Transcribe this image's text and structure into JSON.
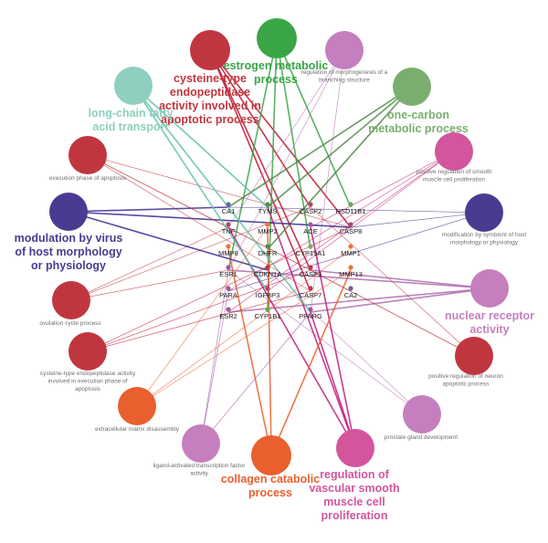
{
  "terms": [
    {
      "id": "t_cys_apop",
      "label": [
        "cysteine-type",
        "endopeptidase",
        "activity involved in",
        "apoptotic process"
      ],
      "color": "#c0363f",
      "big": true
    },
    {
      "id": "t_estrogen",
      "label": [
        "estrogen metabolic",
        "process"
      ],
      "color": "#3aa546",
      "big": true
    },
    {
      "id": "t_morph",
      "label": [
        "regulation of morphogenesis of a",
        "branching structure"
      ],
      "color": "#c57fbe",
      "big": false
    },
    {
      "id": "t_onecarbon",
      "label": [
        "one-carbon",
        "metabolic process"
      ],
      "color": "#7aae6e",
      "big": true
    },
    {
      "id": "t_pos_smooth",
      "label": [
        "positive regulation of smooth",
        "muscle cell proliferation"
      ],
      "color": "#d3559c",
      "big": false
    },
    {
      "id": "t_mod_sym",
      "label": [
        "modification by symbiont of host",
        "morphology or physiology"
      ],
      "color": "#4b3a91",
      "big": false
    },
    {
      "id": "t_nuclear",
      "label": [
        "nuclear receptor",
        "activity"
      ],
      "color": "#c57fbe",
      "big": true
    },
    {
      "id": "t_neuron",
      "label": [
        "positive regulation of neuron",
        "apoptotic process"
      ],
      "color": "#c0363f",
      "big": false
    },
    {
      "id": "t_prostate",
      "label": [
        "prostate gland development"
      ],
      "color": "#c57fbe",
      "big": false
    },
    {
      "id": "t_reg_smooth",
      "label": [
        "regulation of",
        "vascular smooth",
        "muscle cell",
        "proliferation"
      ],
      "color": "#d3559c",
      "big": true
    },
    {
      "id": "t_collagen",
      "label": [
        "collagen catabolic",
        "process"
      ],
      "color": "#e95f2e",
      "big": true
    },
    {
      "id": "t_ligand",
      "label": [
        "ligand-activated transcription factor",
        "activity"
      ],
      "color": "#c57fbe",
      "big": false
    },
    {
      "id": "t_ecm",
      "label": [
        "extracellular matrix disassembly"
      ],
      "color": "#e95f2e",
      "big": false
    },
    {
      "id": "t_cys_exec",
      "label": [
        "cysteine-type endopeptidase activity",
        "involved in execution phase of",
        "apoptosis"
      ],
      "color": "#c0363f",
      "big": false
    },
    {
      "id": "t_ovulation",
      "label": [
        "ovulation cycle process"
      ],
      "color": "#c0363f",
      "big": false
    },
    {
      "id": "t_mod_virus",
      "label": [
        "modulation by virus",
        "of host morphology",
        "or physiology"
      ],
      "color": "#4b3a91",
      "big": true
    },
    {
      "id": "t_exec_phase",
      "label": [
        "execution phase of apoptosis"
      ],
      "color": "#c0363f",
      "big": false
    },
    {
      "id": "t_longchain",
      "label": [
        "long-chain fatty",
        "acid transport"
      ],
      "color": "#8fcfbf",
      "big": true
    }
  ],
  "genes": [
    {
      "id": "CA1",
      "label": "CA1",
      "color": "#6b63a8"
    },
    {
      "id": "TYMS",
      "label": "TYMS",
      "color": "#5a8a4d"
    },
    {
      "id": "CASP2",
      "label": "CASP2",
      "color": "#a84a6a"
    },
    {
      "id": "HSD11B1",
      "label": "HSD11B1",
      "color": "#5faa5a"
    },
    {
      "id": "TNF",
      "label": "TNF",
      "color": "#a84a6a"
    },
    {
      "id": "MMP2",
      "label": "MMP2",
      "color": "#e9733a"
    },
    {
      "id": "ACE",
      "label": "ACE",
      "color": "#9a5a9a"
    },
    {
      "id": "CASP8",
      "label": "CASP8",
      "color": "#a84a6a"
    },
    {
      "id": "MMP8",
      "label": "MMP8",
      "color": "#e9733a"
    },
    {
      "id": "DHFR",
      "label": "DHFR",
      "color": "#5a8a4d"
    },
    {
      "id": "CYP19A1",
      "label": "CYP19A1",
      "color": "#7aae6e"
    },
    {
      "id": "MMP1",
      "label": "MMP1",
      "color": "#e9733a"
    },
    {
      "id": "ESR1",
      "label": "ESR1",
      "color": "#9a5a9a"
    },
    {
      "id": "CDKN1A",
      "label": "CDKN1A",
      "color": "#c0363f"
    },
    {
      "id": "CASP3",
      "label": "CASP3",
      "color": "#c0363f"
    },
    {
      "id": "MMP13",
      "label": "MMP13",
      "color": "#e9733a"
    },
    {
      "id": "PARA",
      "label": "PARA",
      "color": "#9a5a9a"
    },
    {
      "id": "IGFBP3",
      "label": "IGFBP3",
      "color": "#a84a6a"
    },
    {
      "id": "CASP7",
      "label": "CASP7",
      "color": "#c0363f"
    },
    {
      "id": "CA2",
      "label": "CA2",
      "color": "#6b63a8"
    },
    {
      "id": "ESR2",
      "label": "ESR2",
      "color": "#9a5a9a"
    },
    {
      "id": "CYP1B1",
      "label": "CYP1B1",
      "color": "#5faa5a"
    },
    {
      "id": "PPARG",
      "label": "PPARG",
      "color": "#9a5a9a"
    }
  ],
  "edges": [
    [
      "t_cys_apop",
      "CASP3",
      "#c0102f"
    ],
    [
      "t_cys_apop",
      "CASP7",
      "#c0102f"
    ],
    [
      "t_cys_apop",
      "CASP8",
      "#c0102f"
    ],
    [
      "t_cys_apop",
      "CASP2",
      "#c0102f"
    ],
    [
      "t_estrogen",
      "CYP19A1",
      "#3aa546"
    ],
    [
      "t_estrogen",
      "HSD11B1",
      "#3aa546"
    ],
    [
      "t_estrogen",
      "CYP1B1",
      "#3aa546"
    ],
    [
      "t_estrogen",
      "ESR1",
      "#3aa546"
    ],
    [
      "t_morph",
      "ESR1",
      "#b06cb0"
    ],
    [
      "t_morph",
      "TNF",
      "#b06cb0"
    ],
    [
      "t_morph",
      "PPARG",
      "#b06cb0"
    ],
    [
      "t_onecarbon",
      "TYMS",
      "#4f8a44"
    ],
    [
      "t_onecarbon",
      "DHFR",
      "#4f8a44"
    ],
    [
      "t_onecarbon",
      "CA1",
      "#4f8a44"
    ],
    [
      "t_pos_smooth",
      "ESR2",
      "#c0187a"
    ],
    [
      "t_pos_smooth",
      "PARA",
      "#c0187a"
    ],
    [
      "t_pos_smooth",
      "IGFBP3",
      "#c0187a"
    ],
    [
      "t_pos_smooth",
      "ACE",
      "#c0187a"
    ],
    [
      "t_mod_sym",
      "CA1",
      "#3a2a90"
    ],
    [
      "t_mod_sym",
      "PARA",
      "#3a2a90"
    ],
    [
      "t_mod_sym",
      "CASP8",
      "#3a2a90"
    ],
    [
      "t_nuclear",
      "ESR1",
      "#b06cb0"
    ],
    [
      "t_nuclear",
      "ESR2",
      "#b06cb0"
    ],
    [
      "t_nuclear",
      "PPARG",
      "#b06cb0"
    ],
    [
      "t_nuclear",
      "CASP3",
      "#b06cb0"
    ],
    [
      "t_neuron",
      "CASP3",
      "#c0363f"
    ],
    [
      "t_neuron",
      "TNF",
      "#c0363f"
    ],
    [
      "t_neuron",
      "CASP2",
      "#c0363f"
    ],
    [
      "t_prostate",
      "ESR1",
      "#b06cb0"
    ],
    [
      "t_prostate",
      "CDKN1A",
      "#b06cb0"
    ],
    [
      "t_reg_smooth",
      "TNF",
      "#c0187a"
    ],
    [
      "t_reg_smooth",
      "ACE",
      "#c0187a"
    ],
    [
      "t_reg_smooth",
      "PPARG",
      "#c0187a"
    ],
    [
      "t_reg_smooth",
      "TYMS",
      "#c0187a"
    ],
    [
      "t_collagen",
      "MMP2",
      "#e95f2e"
    ],
    [
      "t_collagen",
      "MMP13",
      "#e95f2e"
    ],
    [
      "t_collagen",
      "MMP8",
      "#e95f2e"
    ],
    [
      "t_ligand",
      "ESR1",
      "#9a4aa0"
    ],
    [
      "t_ligand",
      "PARA",
      "#9a4aa0"
    ],
    [
      "t_ligand",
      "PPARG",
      "#9a4aa0"
    ],
    [
      "t_ecm",
      "MMP2",
      "#e95f2e"
    ],
    [
      "t_ecm",
      "MMP1",
      "#e95f2e"
    ],
    [
      "t_ecm",
      "MMP13",
      "#e95f2e"
    ],
    [
      "t_cys_exec",
      "CASP3",
      "#c0102f"
    ],
    [
      "t_cys_exec",
      "CASP7",
      "#c0102f"
    ],
    [
      "t_cys_exec",
      "CASP8",
      "#c0102f"
    ],
    [
      "t_ovulation",
      "ESR1",
      "#c0363f"
    ],
    [
      "t_ovulation",
      "CASP2",
      "#c0363f"
    ],
    [
      "t_ovulation",
      "TNF",
      "#c0363f"
    ],
    [
      "t_mod_virus",
      "CA1",
      "#3a2a90"
    ],
    [
      "t_mod_virus",
      "CDKN1A",
      "#3a2a90"
    ],
    [
      "t_mod_virus",
      "CASP8",
      "#3a2a90"
    ],
    [
      "t_exec_phase",
      "CASP3",
      "#c0363f"
    ],
    [
      "t_exec_phase",
      "CASP7",
      "#c0363f"
    ],
    [
      "t_exec_phase",
      "CASP8",
      "#c0363f"
    ],
    [
      "t_exec_phase",
      "TNF",
      "#c0363f"
    ],
    [
      "t_longchain",
      "PPARG",
      "#5fbfa6"
    ],
    [
      "t_longchain",
      "IGFBP3",
      "#5fbfa6"
    ],
    [
      "t_longchain",
      "TYMS",
      "#5fbfa6"
    ]
  ]
}
